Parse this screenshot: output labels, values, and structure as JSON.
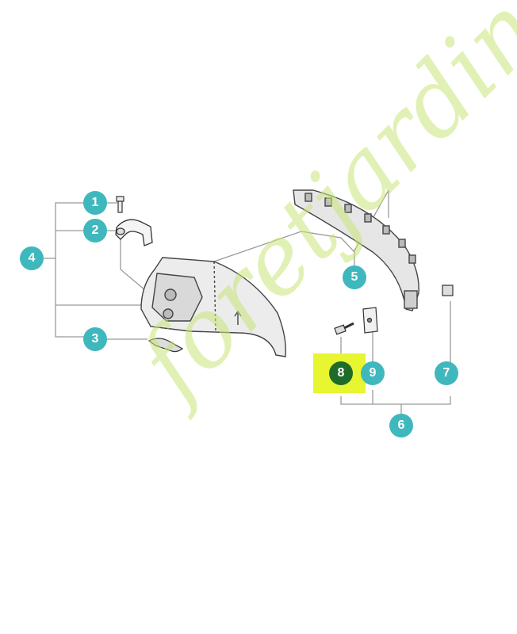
{
  "callouts": [
    {
      "id": "c1",
      "label": "1",
      "highlighted": false
    },
    {
      "id": "c2",
      "label": "2",
      "highlighted": false
    },
    {
      "id": "c3",
      "label": "3",
      "highlighted": false
    },
    {
      "id": "c4",
      "label": "4",
      "highlighted": false
    },
    {
      "id": "c5",
      "label": "5",
      "highlighted": false
    },
    {
      "id": "c6",
      "label": "6",
      "highlighted": false
    },
    {
      "id": "c7",
      "label": "7",
      "highlighted": false
    },
    {
      "id": "c8",
      "label": "8",
      "highlighted": true
    },
    {
      "id": "c9",
      "label": "9",
      "highlighted": false
    }
  ],
  "watermark": "foretjardin.com",
  "colors": {
    "callout": "#3fb8bd",
    "callout_highlighted": "#1f6b2a",
    "highlight_box": "#e8f531",
    "leader_line": "#9a9a9a",
    "watermark_green": "#c9e67a",
    "watermark_dot": "#d6cbb6"
  }
}
